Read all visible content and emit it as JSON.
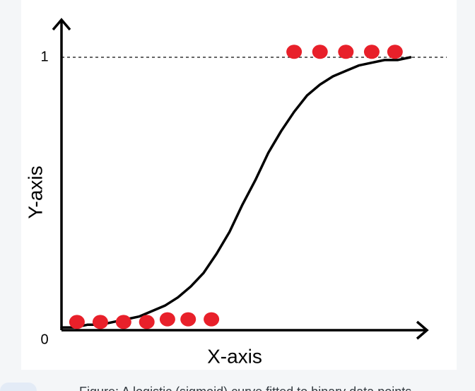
{
  "chart_data": {
    "type": "line",
    "xlabel": "X-axis",
    "ylabel": "Y-axis",
    "xlim": [
      0,
      14
    ],
    "ylim": [
      0,
      1.15
    ],
    "y_ticks": [
      {
        "value": 0,
        "label": "0"
      },
      {
        "value": 1,
        "label": "1"
      }
    ],
    "reference_line": {
      "y": 1,
      "style": "dashed"
    },
    "axes_style": "arrows",
    "grid": false,
    "legend": "none",
    "curve": {
      "type": "sigmoid",
      "x": [
        0,
        0.5,
        1,
        1.5,
        2,
        2.5,
        3,
        3.5,
        4,
        4.5,
        5,
        5.5,
        6,
        6.5,
        7,
        7.5,
        8,
        8.5,
        9,
        9.5,
        10,
        10.5,
        11,
        11.5,
        12,
        12.5,
        13,
        13.5
      ],
      "y": [
        0.01,
        0.01,
        0.02,
        0.02,
        0.03,
        0.04,
        0.05,
        0.07,
        0.09,
        0.12,
        0.16,
        0.21,
        0.28,
        0.36,
        0.46,
        0.55,
        0.65,
        0.73,
        0.8,
        0.86,
        0.9,
        0.93,
        0.95,
        0.97,
        0.98,
        0.99,
        0.99,
        1.0
      ]
    },
    "scatter": {
      "color": "#e8202a",
      "x": [
        0.6,
        1.5,
        2.4,
        3.3,
        4.1,
        4.9,
        5.8,
        9.0,
        10.0,
        11.0,
        12.0,
        12.9
      ],
      "y": [
        0.03,
        0.03,
        0.03,
        0.03,
        0.04,
        0.04,
        0.04,
        1.02,
        1.02,
        1.02,
        1.02,
        1.02
      ]
    }
  },
  "caption": {
    "text": "Figure: A logistic (sigmoid) curve fitted to binary data points"
  },
  "colors": {
    "axis": "#000000",
    "curve": "#000000",
    "points": "#e8202a",
    "background": "#ffffff",
    "page": "#f4f6f8"
  }
}
